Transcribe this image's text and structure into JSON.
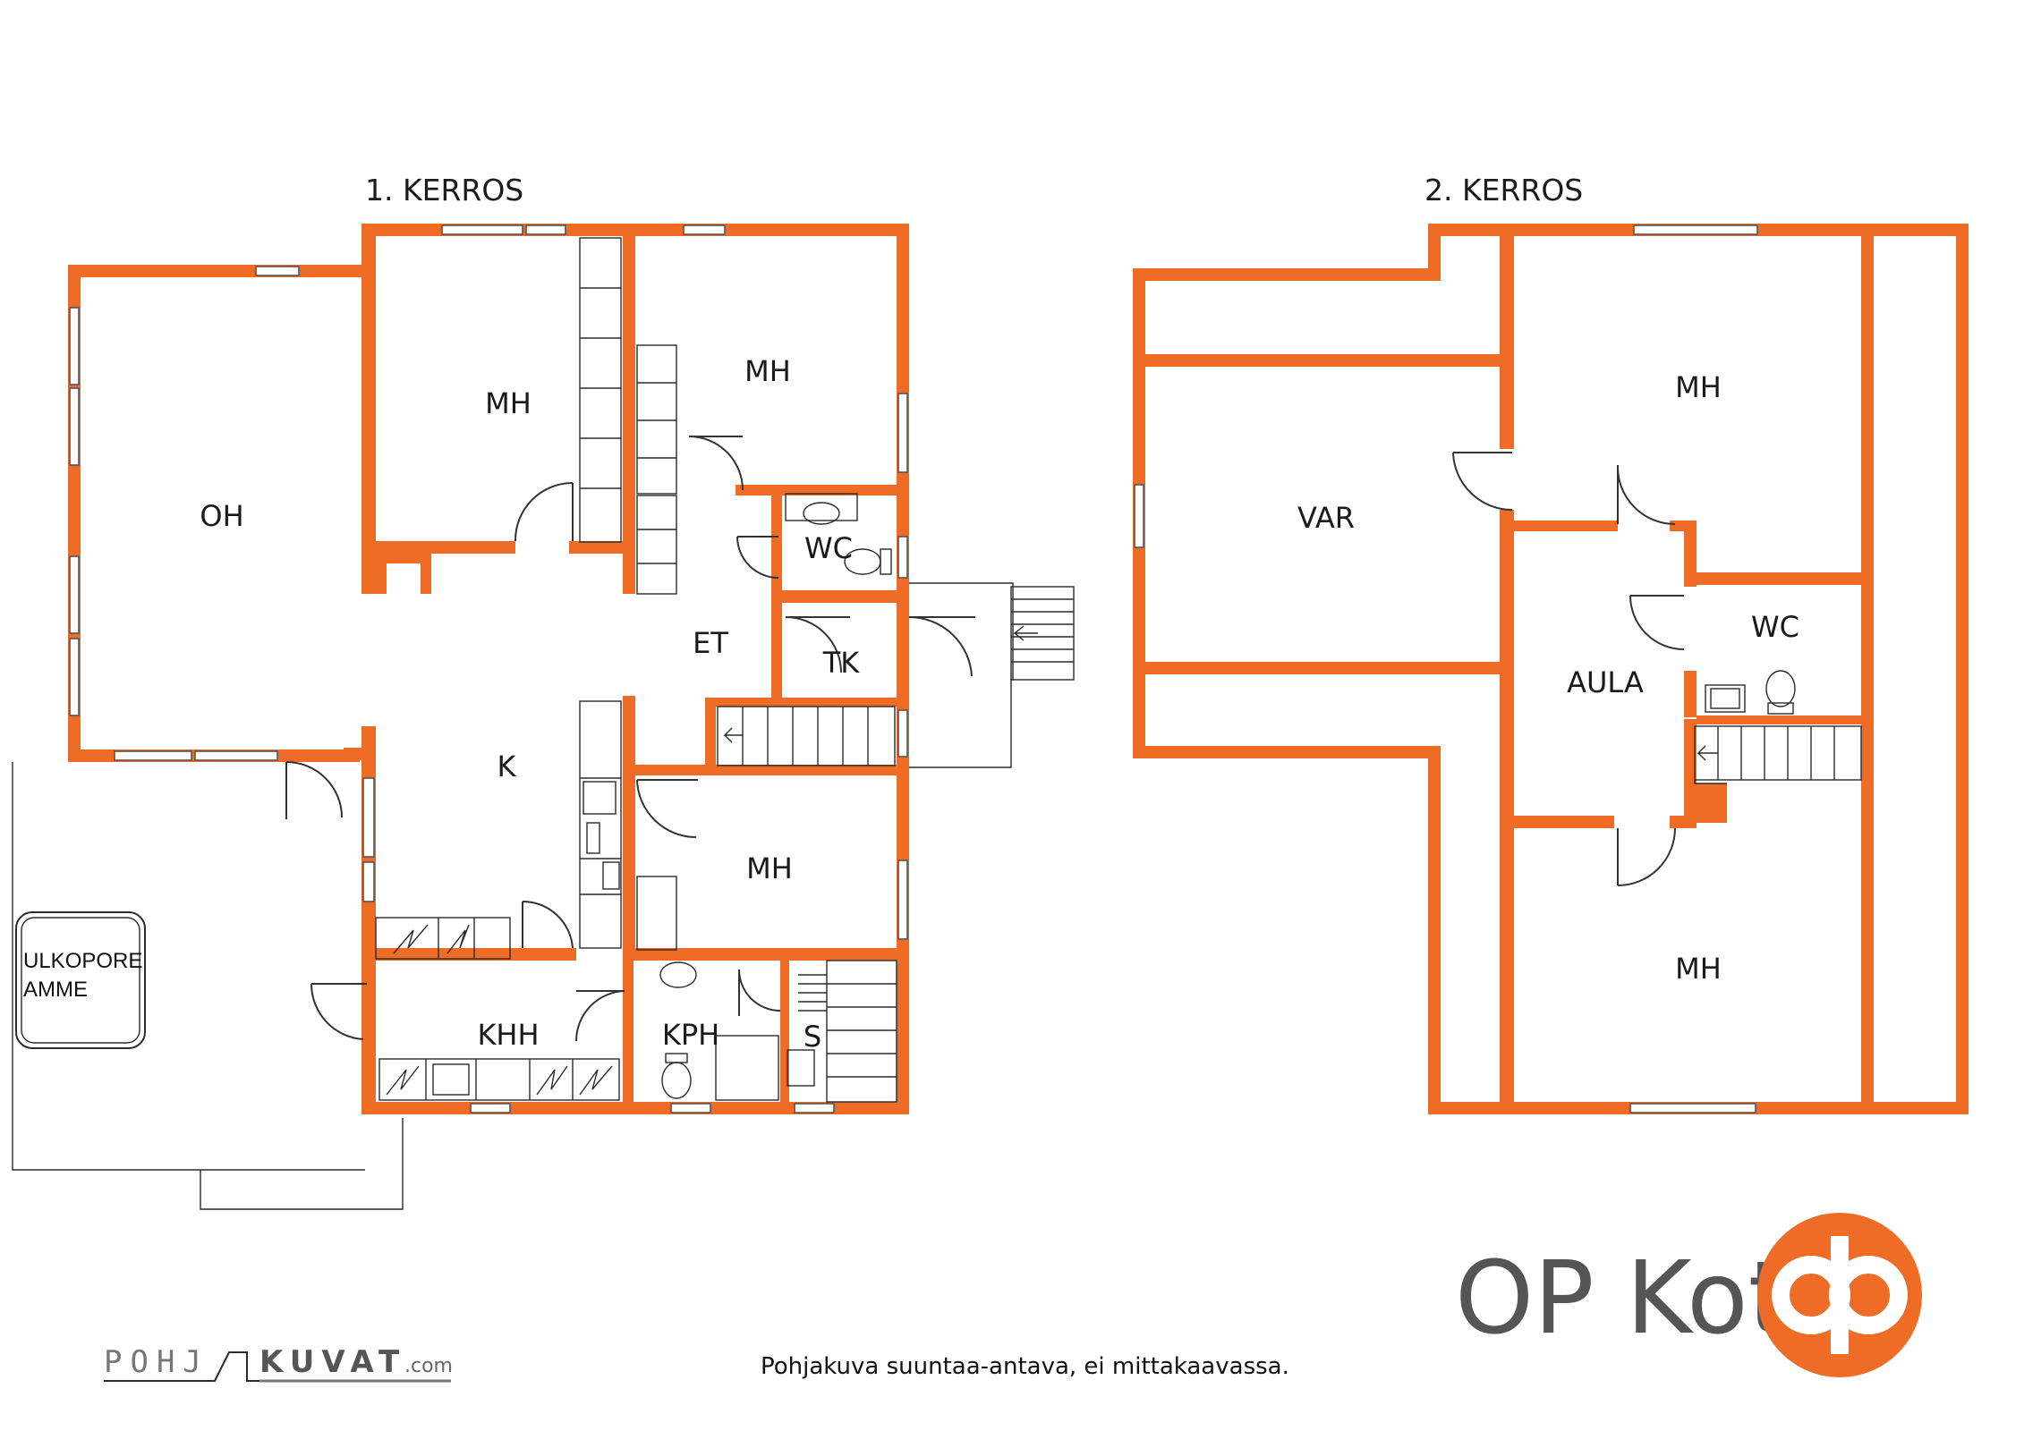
{
  "floor1": {
    "title": "1. KERROS",
    "rooms": {
      "oh": "OH",
      "mh_left": "MH",
      "mh_top": "MH",
      "wc": "WC",
      "et": "ET",
      "tk": "TK",
      "k": "K",
      "mh_mid": "MH",
      "khh": "KHH",
      "kph": "KPH",
      "s": "S"
    },
    "outdoor_tub_line1": "ULKOPORE",
    "outdoor_tub_line2": "AMME"
  },
  "floor2": {
    "title": "2. KERROS",
    "rooms": {
      "var": "VAR",
      "mh_top": "MH",
      "wc": "WC",
      "aula": "AULA",
      "mh_bottom": "MH"
    }
  },
  "footer": {
    "disclaimer": "Pohjakuva suuntaa-antava, ei mittakaavassa.",
    "brand": "OP Koti",
    "pohjakuvat_left": "POHJ",
    "pohjakuvat_right": "KUVAT",
    "pohjakuvat_domain": ".com"
  },
  "colors": {
    "wall": "#ee6c26",
    "logo": "#ee6c26",
    "brand_text": "#555555"
  }
}
